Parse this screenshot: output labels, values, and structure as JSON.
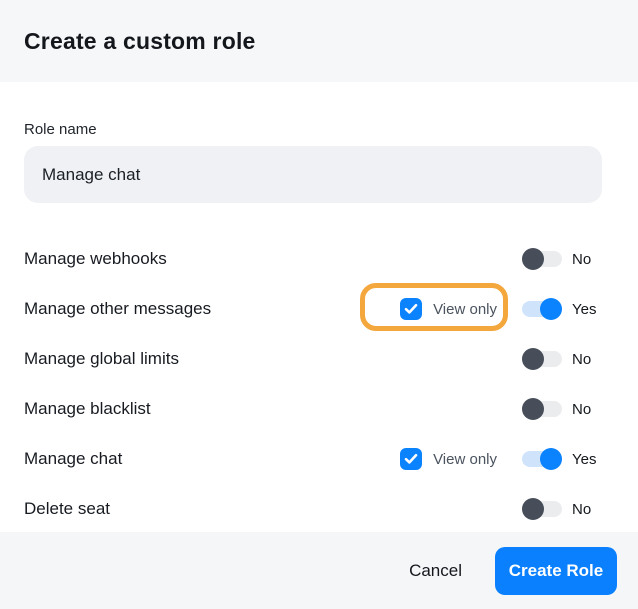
{
  "modal": {
    "title": "Create a custom role"
  },
  "form": {
    "role_name_label": "Role name",
    "role_name_value": "Manage chat"
  },
  "permissions": [
    {
      "label": "Manage webhooks",
      "enabled": false,
      "state_label": "No",
      "view_only": false
    },
    {
      "label": "Manage other messages",
      "enabled": true,
      "state_label": "Yes",
      "view_only": true,
      "view_only_label": "View only",
      "view_only_checked": true,
      "highlighted": true
    },
    {
      "label": "Manage global limits",
      "enabled": false,
      "state_label": "No",
      "view_only": false
    },
    {
      "label": "Manage blacklist",
      "enabled": false,
      "state_label": "No",
      "view_only": false
    },
    {
      "label": "Manage chat",
      "enabled": true,
      "state_label": "Yes",
      "view_only": true,
      "view_only_label": "View only",
      "view_only_checked": true
    },
    {
      "label": "Delete seat",
      "enabled": false,
      "state_label": "No",
      "view_only": false
    }
  ],
  "footer": {
    "cancel_label": "Cancel",
    "create_label": "Create Role"
  },
  "colors": {
    "accent_blue": "#0b83ff",
    "toggle_on_track": "#cfe4fb",
    "toggle_off_track": "#ebecee",
    "toggle_off_knob": "#474e59",
    "highlight_orange": "#f3a73c",
    "header_bg": "#f6f7f9",
    "footer_bg": "#f5f6f8",
    "input_bg": "#eff1f4"
  }
}
